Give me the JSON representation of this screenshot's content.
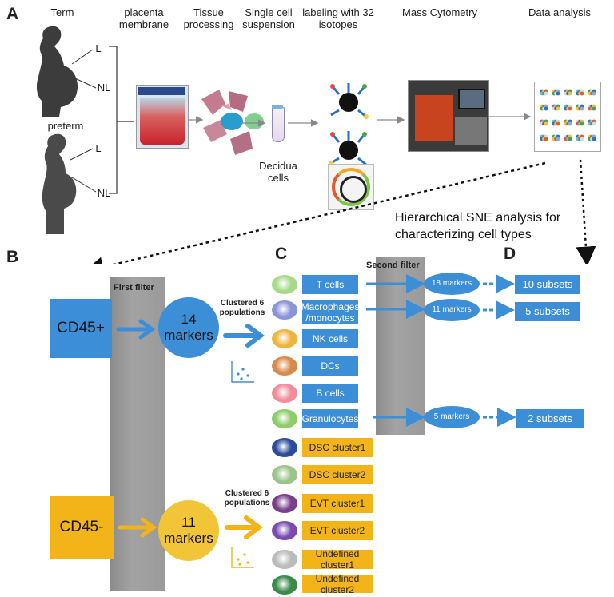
{
  "panel_a": {
    "label": "A",
    "headers": {
      "term": "Term",
      "placenta": "placenta membrane",
      "tissue": "Tissue processing",
      "single_cell": "Single cell suspension",
      "labeling": "labeling with 32 isotopes",
      "mass_cytometry": "Mass Cytometry",
      "data_analysis": "Data analysis"
    },
    "term_L": "L",
    "term_NL": "NL",
    "preterm": "preterm",
    "preterm_L": "L",
    "preterm_NL": "NL",
    "decidua": "Decidua cells",
    "hsne": "Hierarchical SNE analysis for characterizing cell types"
  },
  "panel_b": {
    "label": "B",
    "cd45_pos": "CD45+",
    "cd45_neg": "CD45-",
    "first_filter": "First filter",
    "pos_markers_n": "14",
    "pos_markers_word": "markers",
    "neg_markers_n": "11",
    "neg_markers_word": "markers",
    "clustered_pos": "Clustered 6 populations",
    "clustered_neg": "Clustered 6 populations"
  },
  "panel_c": {
    "label": "C",
    "second_filter": "Second filter",
    "cells": [
      {
        "name": "T cells",
        "color": "blue"
      },
      {
        "name": "Macrophages /monocytes",
        "color": "blue"
      },
      {
        "name": "NK cells",
        "color": "blue"
      },
      {
        "name": "DCs",
        "color": "blue"
      },
      {
        "name": "B cells",
        "color": "blue"
      },
      {
        "name": "Granulocytes",
        "color": "blue"
      },
      {
        "name": "DSC cluster1",
        "color": "yellow"
      },
      {
        "name": "DSC cluster2",
        "color": "yellow"
      },
      {
        "name": "EVT cluster1",
        "color": "yellow"
      },
      {
        "name": "EVT cluster2",
        "color": "yellow"
      },
      {
        "name": "Undefined cluster1",
        "color": "yellow"
      },
      {
        "name": "Undefined cluster2",
        "color": "yellow"
      }
    ],
    "markers": [
      "18 markers",
      "11 markers",
      "5 markers"
    ]
  },
  "panel_d": {
    "label": "D",
    "subsets": [
      "10 subsets",
      "5 subsets",
      "2 subsets"
    ]
  },
  "colors": {
    "blue": "#3c8fd6",
    "yellow": "#f2b418",
    "filter_gray": "#9b9b9b"
  }
}
